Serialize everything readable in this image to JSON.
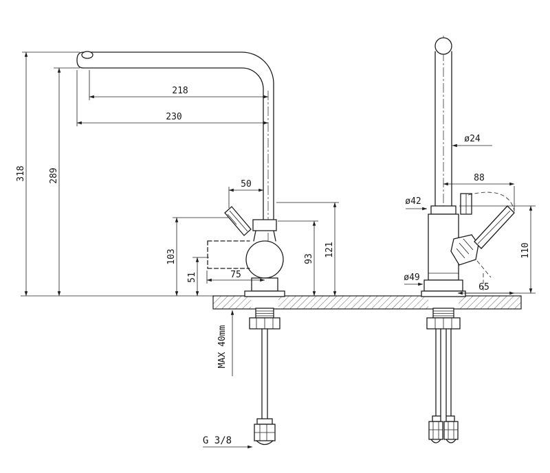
{
  "drawing": {
    "background": "#ffffff",
    "line_color": "#1c1c1c",
    "views": {
      "side_view": {
        "dims": {
          "reach_inner": "218",
          "reach_outer": "230",
          "total_height": "318",
          "spout_height": "289",
          "handle_offset": "50",
          "handle_height": "103",
          "handle_clearance": "51",
          "handle_length": "75",
          "body_height": "93",
          "body_top_height": "121",
          "max_counter": "MAX 40mm",
          "thread": "G 3/8"
        }
      },
      "front_view": {
        "dims": {
          "pipe_diameter": "ø24",
          "handle_reach": "88",
          "body_diameter": "ø42",
          "base_diameter": "ø49",
          "handle_rise": "110",
          "handle_side": "65"
        }
      }
    }
  }
}
